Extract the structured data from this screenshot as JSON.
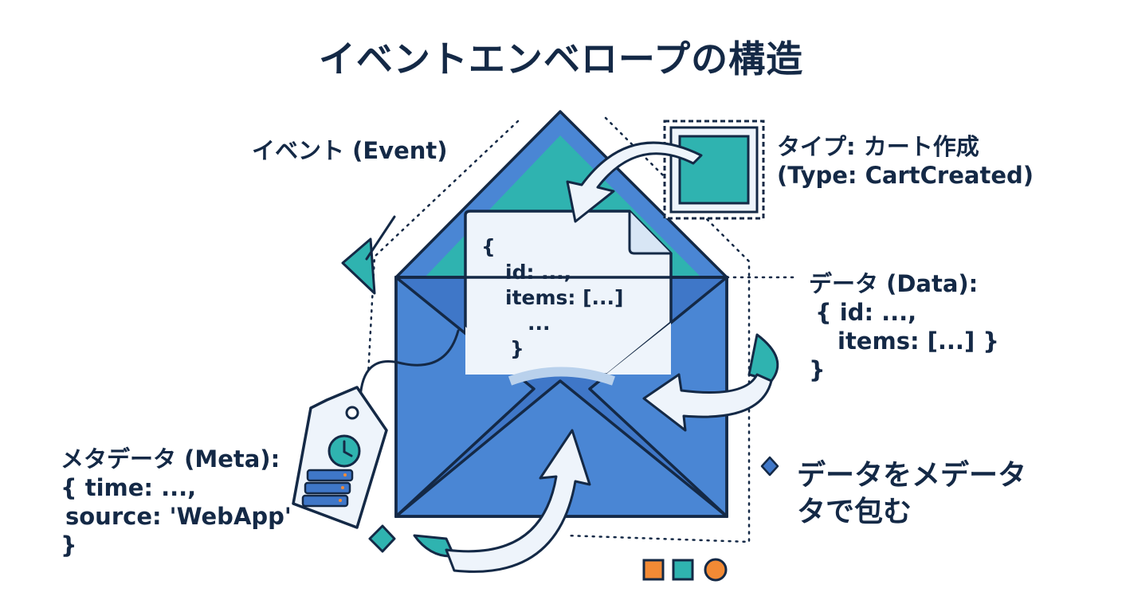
{
  "title": "イベントエンベロープの構造",
  "event_label": "イベント (Event)",
  "type_label": {
    "line1": "タイプ: カート作成",
    "line2": "(Type: CartCreated)"
  },
  "data_label": {
    "heading": "データ (Data):",
    "line1": "{  id: ...,",
    "line2": "items: [...]  }",
    "line3": "}"
  },
  "meta_label": {
    "heading": "メタデータ (Meta):",
    "line1": "{  time: ...,",
    "line2": "source: 'WebApp'",
    "line3": "}"
  },
  "letter_code": {
    "open": "{",
    "line1": "id: ...,",
    "line2": "items: [...]",
    "line3": "...",
    "close": "}"
  },
  "caption": {
    "line1": "データをメデータ",
    "line2": "タで包む"
  },
  "colors": {
    "navy": "#142946",
    "envelope_blue": "#4a86d4",
    "flap_blue": "#3f77c8",
    "teal": "#2fb3b0",
    "paper": "#eef4fb",
    "orange": "#f28a35"
  },
  "icons": [
    "postage-stamp-icon",
    "tag-icon",
    "clock-icon",
    "server-icon",
    "curved-arrow-icon",
    "diamond-icon"
  ]
}
